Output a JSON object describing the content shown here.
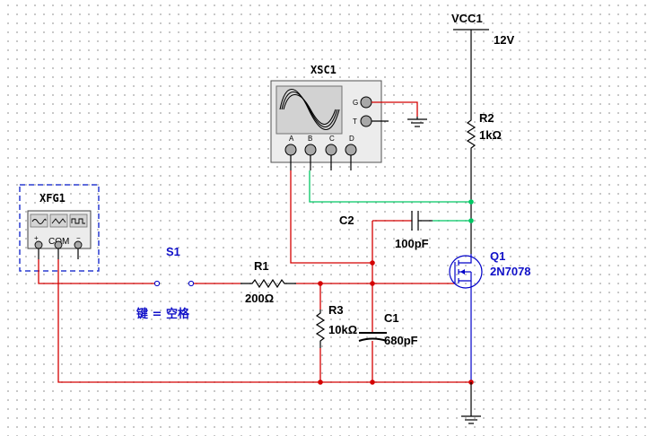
{
  "components": {
    "vcc": {
      "ref": "VCC1",
      "value": "12V"
    },
    "r2": {
      "ref": "R2",
      "value": "1kΩ"
    },
    "oscilloscope": {
      "ref": "XSC1",
      "terminal_g": "G",
      "terminal_t": "T",
      "channels": [
        "A",
        "B",
        "C",
        "D"
      ]
    },
    "function_generator": {
      "ref": "XFG1",
      "com_label": "COM",
      "plus": "+",
      "minus": "−"
    },
    "switch": {
      "ref": "S1",
      "key_hint": "键 = 空格"
    },
    "r1": {
      "ref": "R1",
      "value": "200Ω"
    },
    "c2": {
      "ref": "C2",
      "value": "100pF"
    },
    "q1": {
      "ref": "Q1",
      "part": "2N7078"
    },
    "r3": {
      "ref": "R3",
      "value": "10kΩ"
    },
    "c1": {
      "ref": "C1",
      "value": "680pF"
    }
  },
  "colors": {
    "wire_red": "#d40000",
    "wire_green": "#00c864",
    "label_blue": "#1010c8",
    "instrument_border": "#2a3cd0"
  }
}
